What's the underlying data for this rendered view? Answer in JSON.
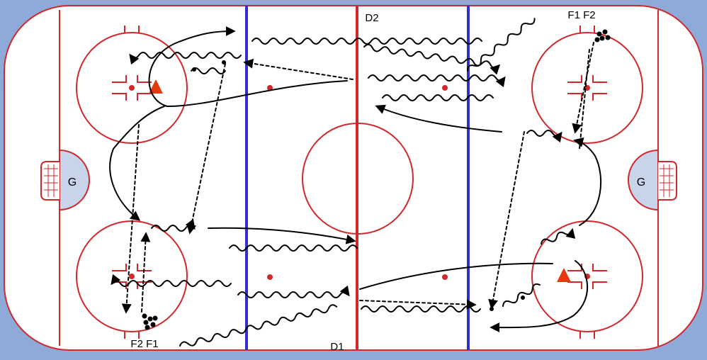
{
  "labels": {
    "goalie_left": "G",
    "goalie_right": "G",
    "d1": "D1",
    "d2": "D2",
    "f1_f2_top": "F1 F2",
    "f2_f1_bottom": "F2 F1"
  },
  "colors": {
    "frame": "#8eaad8",
    "ice": "#ffffff",
    "red_lines": "#d0282c",
    "blue_lines": "#3030c8",
    "crease": "#c8d4ea",
    "cone": "#e43a10",
    "paths": "#000000"
  }
}
